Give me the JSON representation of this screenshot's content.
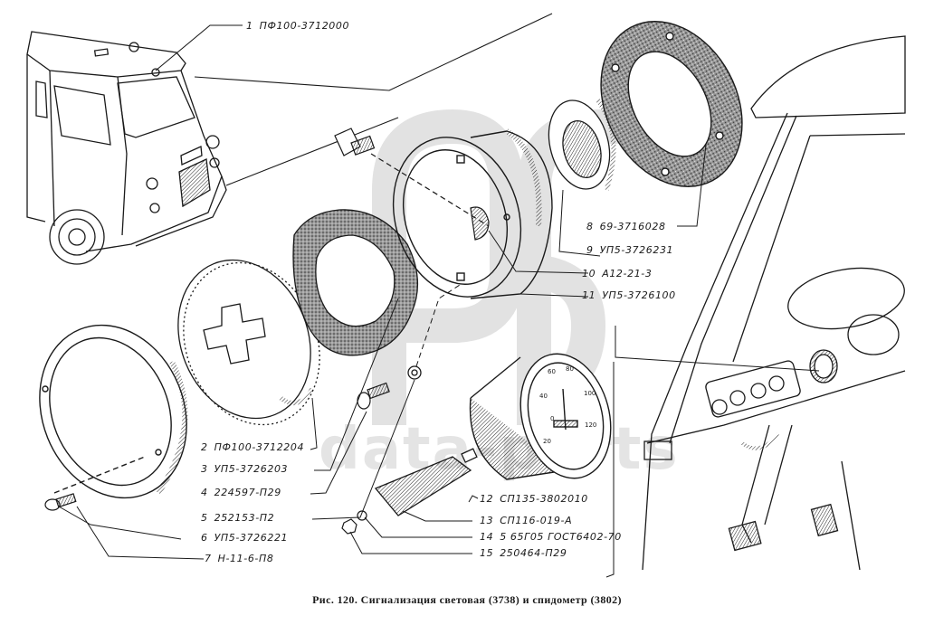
{
  "figure": {
    "caption": "Рис. 120. Сигнализация световая (3738) и спидометр (3802)",
    "watermark": "data-parts"
  },
  "callouts": [
    {
      "num": "1",
      "part": "ПФ100-3712000"
    },
    {
      "num": "2",
      "part": "ПФ100-3712204"
    },
    {
      "num": "3",
      "part": "УП5-3726203"
    },
    {
      "num": "4",
      "part": "224597-П29"
    },
    {
      "num": "5",
      "part": "252153-П2"
    },
    {
      "num": "6",
      "part": "УП5-3726221"
    },
    {
      "num": "7",
      "part": "Н-11-6-П8"
    },
    {
      "num": "8",
      "part": "69-3716028"
    },
    {
      "num": "9",
      "part": "УП5-3726231"
    },
    {
      "num": "10",
      "part": "А12-21-3"
    },
    {
      "num": "11",
      "part": "УП5-3726100"
    },
    {
      "num": "12",
      "part": "СП135-3802010"
    },
    {
      "num": "13",
      "part": "СП116-019-А"
    },
    {
      "num": "14",
      "part": "5 65Г05 ГОСТ6402-70"
    },
    {
      "num": "15",
      "part": "250464-П29"
    }
  ],
  "speedometer": {
    "dial_marks": [
      "0",
      "20",
      "40",
      "60",
      "80",
      "100",
      "120"
    ]
  }
}
